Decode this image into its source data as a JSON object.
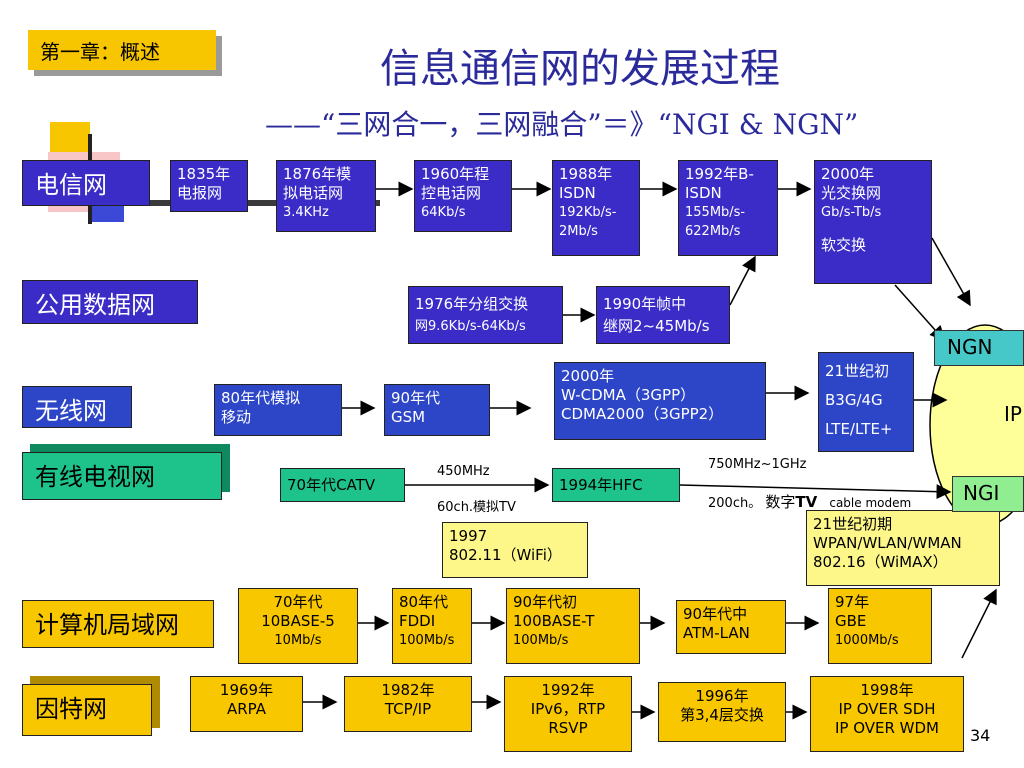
{
  "chapter_label": "第一章：概述",
  "title": "信息通信网的发展过程",
  "subtitle": "——“三网合一，三网融合”＝》“NGI & NGN”",
  "page_number": "34",
  "categories": {
    "telecom": "电信网",
    "public_data": "公用数据网",
    "wireless": "无线网",
    "cable_tv": "有线电视网",
    "lan": "计算机局域网",
    "internet": "因特网"
  },
  "telecom": {
    "b1835": {
      "l1": "1835年",
      "l2": "电报网"
    },
    "b1876": {
      "l1": "1876年模",
      "l2": "拟电话网",
      "l3": "3.4KHz"
    },
    "b1960": {
      "l1": "1960年程",
      "l2": "控电话网",
      "l3": "64Kb/s"
    },
    "b1988": {
      "l1": "1988年",
      "l2": "ISDN",
      "l3": "192Kb/s-",
      "l4": "2Mb/s"
    },
    "b1992": {
      "l1": "1992年B-",
      "l2": "ISDN",
      "l3": "155Mb/s-",
      "l4": "622Mb/s"
    },
    "b2000": {
      "l1": "2000年",
      "l2": "光交换网",
      "l3": "Gb/s-Tb/s",
      "l4": "软交换"
    }
  },
  "public_data": {
    "b1976": {
      "l1": "1976年分组交换",
      "l2": "网9.6Kb/s-64Kb/s"
    },
    "b1990": {
      "l1": "1990年帧中",
      "l2": "继网2~45Mb/s"
    }
  },
  "wireless": {
    "b80s": {
      "l1": "80年代模拟",
      "l2": "移动"
    },
    "b90s": {
      "l1": "90年代",
      "l2": "GSM"
    },
    "b2000": {
      "l1": "2000年",
      "l2": "W-CDMA（3GPP）",
      "l3": "CDMA2000（3GPP2）"
    },
    "b21c": {
      "l1": "21世纪初",
      "l2": "B3G/4G",
      "l3": "LTE/LTE+"
    }
  },
  "cable_tv": {
    "catv": "70年代CATV",
    "hfc": "1994年HFC",
    "label_450": "450MHz",
    "label_60ch": "60ch.模拟TV",
    "label_750": "750MHz~1GHz",
    "label_200ch": "200ch。",
    "label_digital": "数字",
    "label_tv": "TV",
    "label_cm": "cable modem"
  },
  "wifi": {
    "l1": "1997",
    "l2": "802.11（WiFi）"
  },
  "wman": {
    "l1": "21世纪初期",
    "l2": "WPAN/WLAN/WMAN",
    "l3": "802.16（WiMAX）"
  },
  "lan": {
    "b70s": {
      "l1": "70年代",
      "l2": "10BASE-5",
      "l3": "10Mb/s"
    },
    "b80s": {
      "l1": "80年代",
      "l2": "FDDI",
      "l3": "100Mb/s"
    },
    "b90s": {
      "l1": "90年代初",
      "l2": "100BASE-T",
      "l3": "100Mb/s"
    },
    "b90m": {
      "l1": "90年代中",
      "l2": "ATM-LAN"
    },
    "b97": {
      "l1": "97年",
      "l2": "GBE",
      "l3": "1000Mb/s"
    }
  },
  "internet": {
    "b1969": {
      "l1": "1969年",
      "l2": "ARPA"
    },
    "b1982": {
      "l1": "1982年",
      "l2": "TCP/IP"
    },
    "b1992": {
      "l1": "1992年",
      "l2": "IPv6，RTP",
      "l3": "RSVP"
    },
    "b1996": {
      "l1": "1996年",
      "l2": "第3,4层交换"
    },
    "b1998": {
      "l1": "1998年",
      "l2": "IP OVER SDH",
      "l3": "IP OVER WDM"
    }
  },
  "convergence": {
    "ngn": "NGN",
    "ip": "IP",
    "ngi": "NGI"
  },
  "colors": {
    "title": "#2a2a9a",
    "telecom_box": "#3b2cc8",
    "wireless_box": "#2d45c7",
    "cable_box": "#1dc38b",
    "internet_box": "#f9c700",
    "wifi_box": "#fdf78a",
    "convergence_fill": "#ffff99",
    "ngn_label": "#46c8c8",
    "ngi_label": "#90ee90"
  }
}
